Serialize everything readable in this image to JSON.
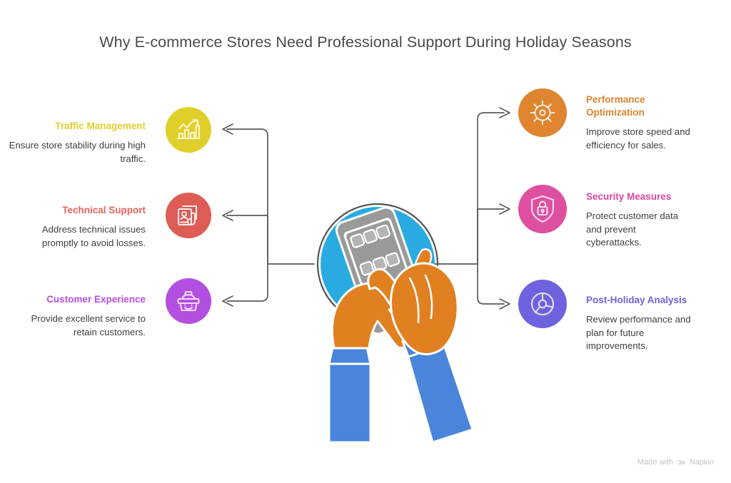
{
  "page": {
    "title": "Why E-commerce Stores Need Professional Support During Holiday Seasons",
    "background_color": "#ffffff",
    "title_color": "#4a4a4a",
    "connector_color": "#5a5a5a"
  },
  "center": {
    "illustration_name": "hands-holding-smartphone",
    "circle_color": "#29abe2",
    "phone_color": "#9a9a9a",
    "hand_color": "#e08020",
    "sleeve_color": "#4a85db",
    "ring_color": "#555555"
  },
  "left_nodes": [
    {
      "id": "traffic-management",
      "heading": "Traffic Management",
      "body": "Ensure store stability during high traffic.",
      "color": "#e0cf2a",
      "icon": "bar-chart-growth-icon"
    },
    {
      "id": "technical-support",
      "heading": "Technical Support",
      "body": "Address technical issues promptly to avoid losses.",
      "color": "#dd5c55",
      "icon": "support-contact-card-icon"
    },
    {
      "id": "customer-experience",
      "heading": "Customer Experience",
      "body": "Provide excellent service to retain customers.",
      "color": "#b34fe0",
      "icon": "shopping-basket-smile-icon"
    }
  ],
  "right_nodes": [
    {
      "id": "performance-optimization",
      "heading": "Performance Optimization",
      "body": "Improve store speed and efficiency for sales.",
      "color": "#df842f",
      "icon": "gear-settings-icon"
    },
    {
      "id": "security-measures",
      "heading": "Security Measures",
      "body": "Protect customer data and prevent cyberattacks.",
      "color": "#df4fa0",
      "icon": "shield-lock-icon"
    },
    {
      "id": "post-holiday-analysis",
      "heading": "Post-Holiday Analysis",
      "body": "Review performance and plan for future improvements.",
      "color": "#6f62de",
      "icon": "pie-chart-icon"
    }
  ],
  "watermark": {
    "text_before": "Made with",
    "mark": "≫",
    "brand": "Napkin",
    "color": "#c4c4c4"
  }
}
